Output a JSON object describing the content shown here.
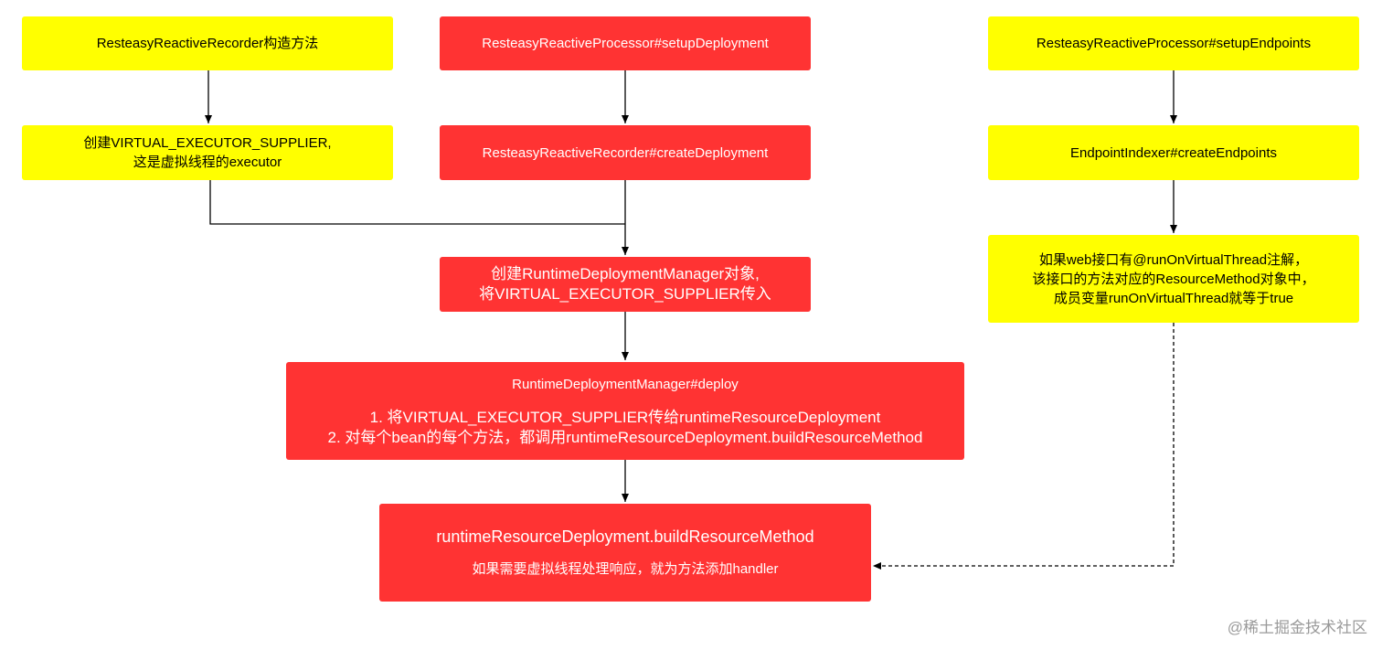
{
  "nodes": {
    "recorder_ctor": "ResteasyReactiveRecorder构造方法",
    "create_supplier": [
      "创建VIRTUAL_EXECUTOR_SUPPLIER,",
      "这是虚拟线程的executor"
    ],
    "setup_deployment": "ResteasyReactiveProcessor#setupDeployment",
    "create_deployment": "ResteasyReactiveRecorder#createDeployment",
    "create_manager": [
      "创建RuntimeDeploymentManager对象,",
      "将VIRTUAL_EXECUTOR_SUPPLIER传入"
    ],
    "deploy": {
      "title": "RuntimeDeploymentManager#deploy",
      "lines": [
        "1. 将VIRTUAL_EXECUTOR_SUPPLIER传给runtimeResourceDeployment",
        "2. 对每个bean的每个方法，都调用runtimeResourceDeployment.buildResourceMethod"
      ]
    },
    "build_method": {
      "title": "runtimeResourceDeployment.buildResourceMethod",
      "line": "如果需要虚拟线程处理响应，就为方法添加handler"
    },
    "setup_endpoints": "ResteasyReactiveProcessor#setupEndpoints",
    "create_endpoints": "EndpointIndexer#createEndpoints",
    "virtual_thread_note": [
      "如果web接口有@runOnVirtualThread注解，",
      "该接口的方法对应的ResourceMethod对象中，",
      "成员变量runOnVirtualThread就等于true"
    ]
  },
  "colors": {
    "yellow": "#ffff00",
    "red": "#ff3333",
    "edge": "#000000"
  },
  "watermark": "@稀土掘金技术社区"
}
